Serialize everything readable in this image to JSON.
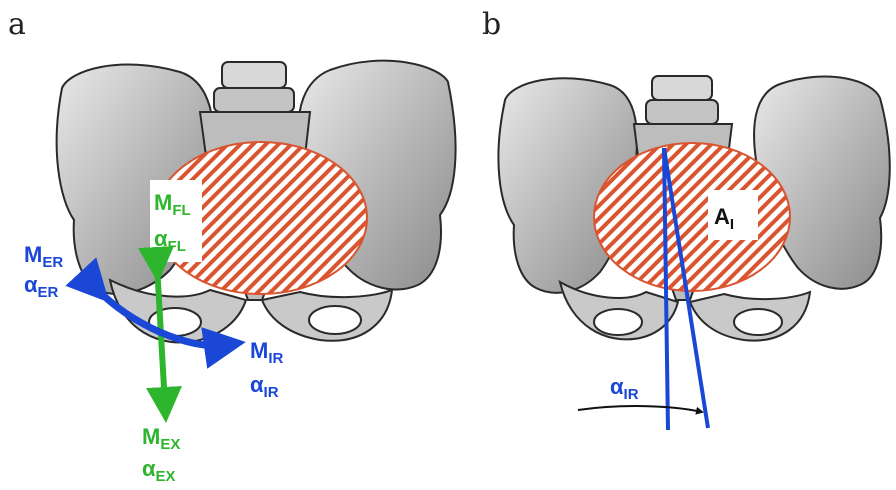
{
  "panels": [
    {
      "letter": "a",
      "labels": {
        "m_fl": {
          "main": "M",
          "sub": "FL"
        },
        "a_fl": {
          "main": "α",
          "sub": "FL"
        },
        "m_er": {
          "main": "M",
          "sub": "ER"
        },
        "a_er": {
          "main": "α",
          "sub": "ER"
        },
        "m_ir": {
          "main": "M",
          "sub": "IR"
        },
        "a_ir": {
          "main": "α",
          "sub": "IR"
        },
        "m_ex": {
          "main": "M",
          "sub": "EX"
        },
        "a_ex": {
          "main": "α",
          "sub": "EX"
        }
      }
    },
    {
      "letter": "b",
      "labels": {
        "area": {
          "main": "A",
          "sub": "I"
        },
        "a_ir": {
          "main": "α",
          "sub": "IR"
        }
      }
    }
  ],
  "colors": {
    "green": "#2db52d",
    "blue": "#1a47d6",
    "hatch": "#d9542f",
    "bone": "#cfcfcf",
    "bone_dark": "#3a3a3a"
  }
}
